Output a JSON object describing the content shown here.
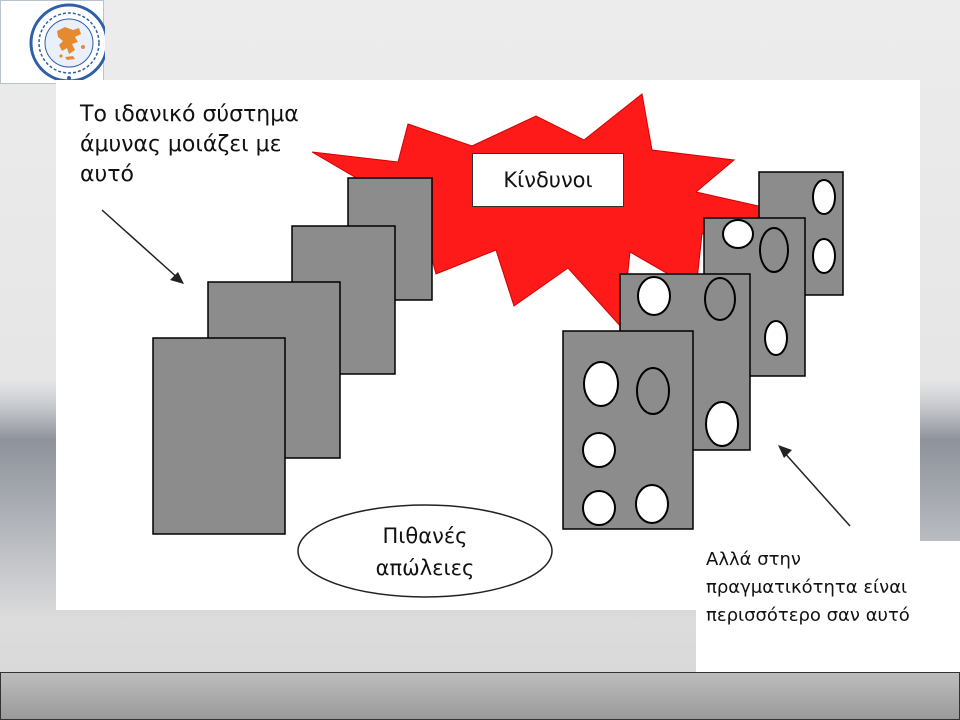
{
  "diagram": {
    "intro_text": "Το ιδανικό σύστημα άμυνας μοιάζει με αυτό",
    "danger_label": "Κίνδυνοι",
    "loss_label_line1": "Πιθανές",
    "loss_label_line2": "απώλειες",
    "reality_text": "Αλλά στην πραγματικότητα είναι περισσότερο σαν αυτό",
    "colors": {
      "starburst": "#ff1a1a",
      "layer_fill": "#8c8c8c",
      "layer_stroke": "#000000",
      "hole_fill": "#ffffff"
    }
  },
  "logo": {
    "icon": "greece-map-seal-icon",
    "colors": {
      "ring": "#2f5fa8",
      "map": "#e58a2e"
    }
  }
}
